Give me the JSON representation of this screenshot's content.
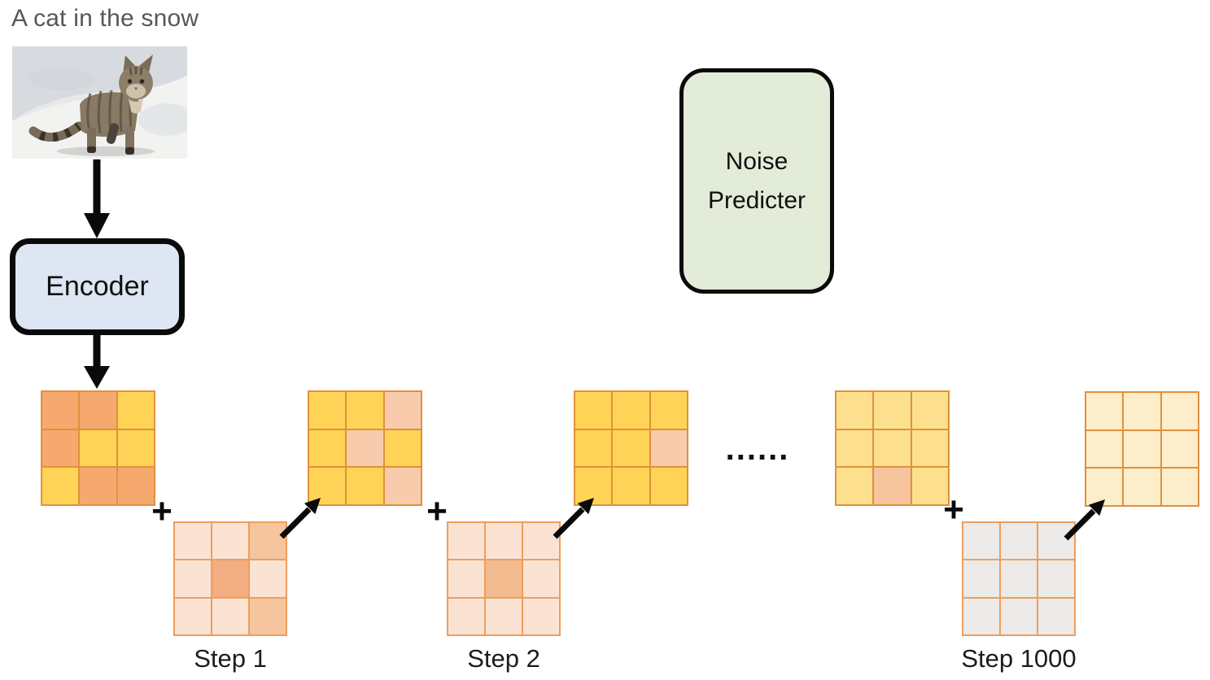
{
  "prompt": "A cat in the snow",
  "encoder": {
    "label": "Encoder"
  },
  "noise_predictor": {
    "label_line1": "Noise",
    "label_line2": "Predicter"
  },
  "plus_sign": "+",
  "ellipsis": "......",
  "step_labels": {
    "step1": "Step 1",
    "step2": "Step 2",
    "step1000": "Step 1000"
  },
  "colors": {
    "encoder_fill": "#DDE6F2",
    "noise_predictor_fill": "#E3ECD9",
    "latent_border": "#E0913B",
    "noise_border": "#ED9E5D",
    "arrow_black": "#0A0A0A",
    "prompt_text": "#575757"
  },
  "palette": {
    "orange": "#F5A96F",
    "yellow": "#FFD355",
    "peach": "#F8CBAD",
    "light_yellow": "#FDE08D",
    "cream": "#FCEDCB",
    "noise_light": "#FBE3D4",
    "noise_medium": "#F6C49D",
    "noise_medium2": "#F3BC90",
    "noise_dark": "#F2AE80",
    "gray": "#EBEAE8"
  },
  "latent_grids": [
    {
      "id": "z0",
      "border": "#E0913B",
      "cells": [
        [
          "orange",
          "orange",
          "yellow"
        ],
        [
          "orange",
          "yellow",
          "yellow"
        ],
        [
          "yellow",
          "orange",
          "orange"
        ]
      ]
    },
    {
      "id": "z1",
      "border": "#E0913B",
      "cells": [
        [
          "yellow",
          "yellow",
          "peach"
        ],
        [
          "yellow",
          "peach",
          "yellow"
        ],
        [
          "yellow",
          "yellow",
          "peach"
        ]
      ]
    },
    {
      "id": "z2",
      "border": "#E0913B",
      "cells": [
        [
          "yellow",
          "yellow",
          "yellow"
        ],
        [
          "yellow",
          "yellow",
          "peach"
        ],
        [
          "yellow",
          "yellow",
          "yellow"
        ]
      ]
    },
    {
      "id": "z999",
      "border": "#E0913B",
      "cells": [
        [
          "light_yellow",
          "light_yellow",
          "light_yellow"
        ],
        [
          "light_yellow",
          "light_yellow",
          "light_yellow"
        ],
        [
          "light_yellow",
          "noise_medium",
          "light_yellow"
        ]
      ]
    },
    {
      "id": "z1000",
      "border": "#E0913B",
      "cells": [
        [
          "cream",
          "cream",
          "cream"
        ],
        [
          "cream",
          "cream",
          "cream"
        ],
        [
          "cream",
          "cream",
          "cream"
        ]
      ]
    }
  ],
  "noise_grids": [
    {
      "id": "noise-step-1",
      "border": "#ED9E5D",
      "cells": [
        [
          "noise_light",
          "noise_light",
          "noise_medium"
        ],
        [
          "noise_light",
          "noise_dark",
          "noise_light"
        ],
        [
          "noise_light",
          "noise_light",
          "noise_medium"
        ]
      ]
    },
    {
      "id": "noise-step-2",
      "border": "#ED9E5D",
      "cells": [
        [
          "noise_light",
          "noise_light",
          "noise_light"
        ],
        [
          "noise_light",
          "noise_medium2",
          "noise_light"
        ],
        [
          "noise_light",
          "noise_light",
          "noise_light"
        ]
      ]
    },
    {
      "id": "noise-step-1000",
      "border": "#ED9E5D",
      "cells": [
        [
          "gray",
          "gray",
          "gray"
        ],
        [
          "gray",
          "gray",
          "gray"
        ],
        [
          "gray",
          "gray",
          "gray"
        ]
      ]
    }
  ]
}
